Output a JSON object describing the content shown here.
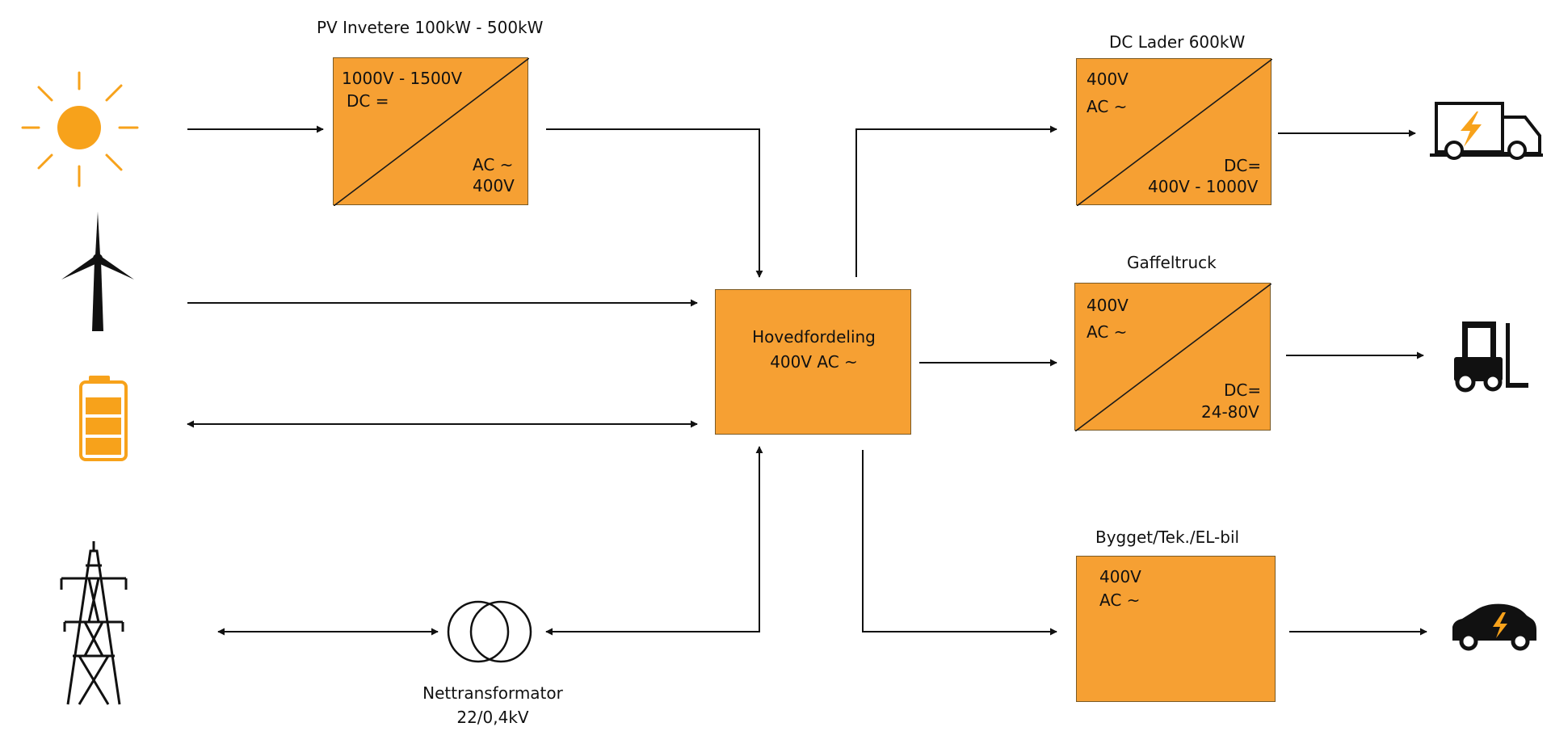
{
  "inverter": {
    "title": "PV Invetere 100kW - 500kW",
    "dc_voltage": "1000V - 1500V",
    "dc_label": "DC =",
    "ac_label": "AC ~",
    "ac_voltage": "400V"
  },
  "main_distribution": {
    "line1": "Hovedfordeling",
    "line2": "400V AC ~"
  },
  "dc_charger": {
    "title": "DC Lader 600kW",
    "in_voltage": "400V",
    "in_type": "AC ~",
    "out_type": "DC=",
    "out_voltage": "400V - 1000V"
  },
  "forklift_charger": {
    "title": "Gaffeltruck",
    "in_voltage": "400V",
    "in_type": "AC ~",
    "out_type": "DC=",
    "out_voltage": "24-80V"
  },
  "building": {
    "title": "Bygget/Tek./EL-bil",
    "voltage": "400V",
    "type": "AC ~"
  },
  "transformer": {
    "line1": "Nettransformator",
    "line2": "22/0,4kV"
  },
  "icons": [
    "sun-icon",
    "wind-turbine-icon",
    "battery-icon",
    "power-pylon-icon",
    "transformer-icon",
    "electric-truck-icon",
    "forklift-icon",
    "electric-car-icon"
  ],
  "colors": {
    "box_fill": "#F6A033",
    "icon_orange": "#F7A21B",
    "line": "#111111"
  }
}
